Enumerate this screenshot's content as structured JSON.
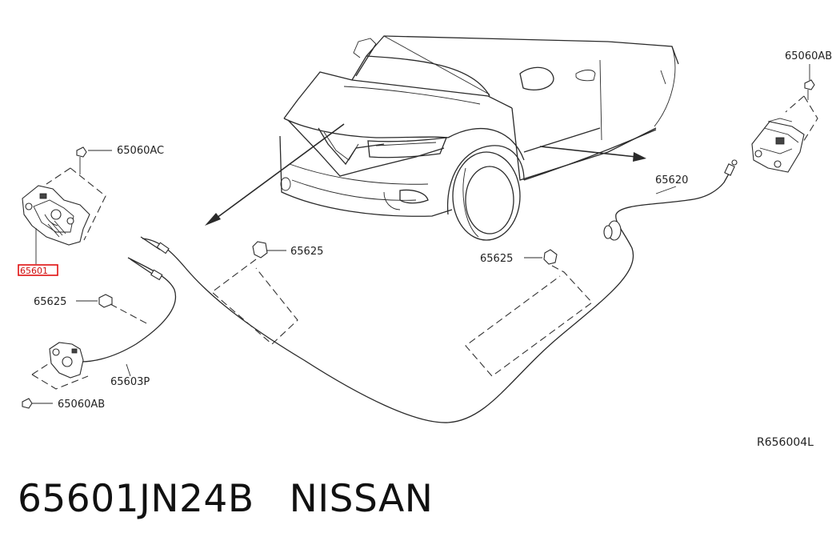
{
  "parts": {
    "bolt_top_right": "65060AB",
    "bolt_left": "65060AC",
    "lock_highlighted": "65601",
    "clip_left": "65625",
    "clip_center": "65625",
    "clip_right": "65625",
    "cable_main": "65620",
    "cable_secondary": "65603P",
    "bolt_bottom_left": "65060AB"
  },
  "diagram_code": "R656004L",
  "footer": {
    "part_number": "65601JN24B",
    "brand": "NISSAN"
  },
  "colors": {
    "highlight_box": "#e01010",
    "line": "#2a2a2a"
  }
}
